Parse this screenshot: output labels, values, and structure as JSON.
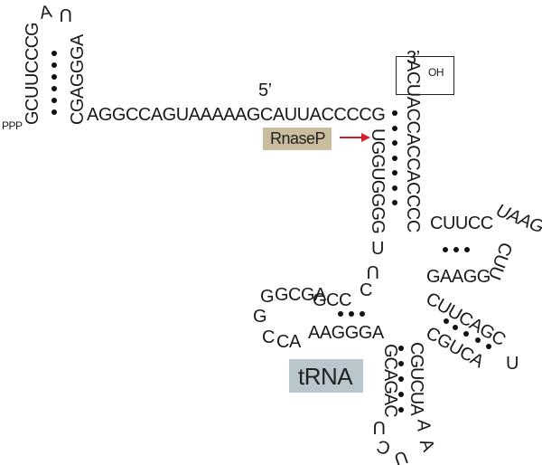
{
  "labels": {
    "five_prime": "5’",
    "three_prime": "3’",
    "oh": "OH",
    "ppp": "PPP",
    "rnasep": "RnaseP",
    "trna": "tRNA"
  },
  "sequences": {
    "left_stem_5": "GCUUCCC",
    "left_loop_g": "G",
    "left_loop_a": "A",
    "left_loop_u": "U",
    "left_stem_3": "CGAGGGA",
    "leader": "AGGCCAGUAAAAAGCAUUACCCCG",
    "acceptor_3": "ACUACCACCACCCC",
    "acceptor_5": "UGGUGGGG",
    "t_stem_a": "CUUCC",
    "t_loop_top": "UAAG",
    "t_loop_side": "CUU",
    "t_stem_b": "GAAGG",
    "u1": "U",
    "u2": "U",
    "d_gcga": "GCGA",
    "d_gcc": "GCC",
    "d_c": "C",
    "d_g1": "G",
    "d_g2": "G",
    "d_c2": "C",
    "d_ca": "CA",
    "d_aaggga": "AAGGGA",
    "ac_stem_5": "GCAGAC",
    "ac_stem_3": "CGUCUA",
    "v_arm_a": "CUUCAGC",
    "v_arm_b": "CGUCA",
    "v_u": "U",
    "ac_loop_1": "U",
    "ac_loop_2": "C",
    "ac_loop_3": "U",
    "ac_loop_4": "A",
    "ac_loop_5": "A"
  },
  "colors": {
    "rnasep_bg": "#c9bc9f",
    "trna_bg": "#b9c7cc",
    "arrow": "#d0202a"
  }
}
